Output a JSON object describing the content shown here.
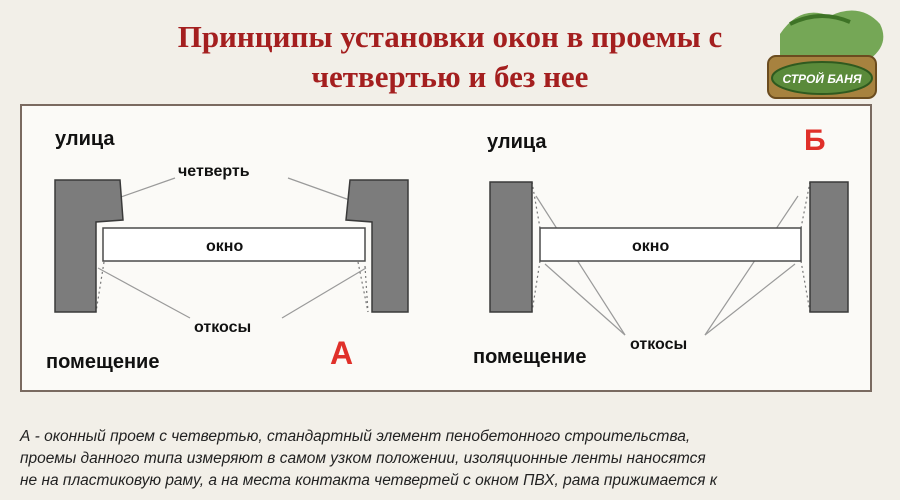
{
  "title": {
    "line1": "Принципы установки окон в проемы с",
    "line2": "четвертью и без нее"
  },
  "logo": {
    "text": "СТРОЙ БАНЯ"
  },
  "diagram_a": {
    "street": "улица",
    "quarter": "четверть",
    "window": "окно",
    "slopes": "откосы",
    "room": "помещение",
    "letter": "А"
  },
  "diagram_b": {
    "street": "улица",
    "window": "окно",
    "slopes": "откосы",
    "room": "помещение",
    "letter": "Б"
  },
  "description": {
    "line1": "А - оконный проем с четвертью, стандартный элемент пенобетонного строительства,",
    "line2": "проемы данного типа измеряют в самом узком положении, изоляционные ленты наносятся",
    "line3": "не на пластиковую раму, а на места контакта четвертей с окном ПВХ, рама прижимается к"
  },
  "colors": {
    "title": "#a41f1f",
    "letter": "#e0302a",
    "wall": "#7a7a7a",
    "panel_border": "#7a6a60"
  }
}
